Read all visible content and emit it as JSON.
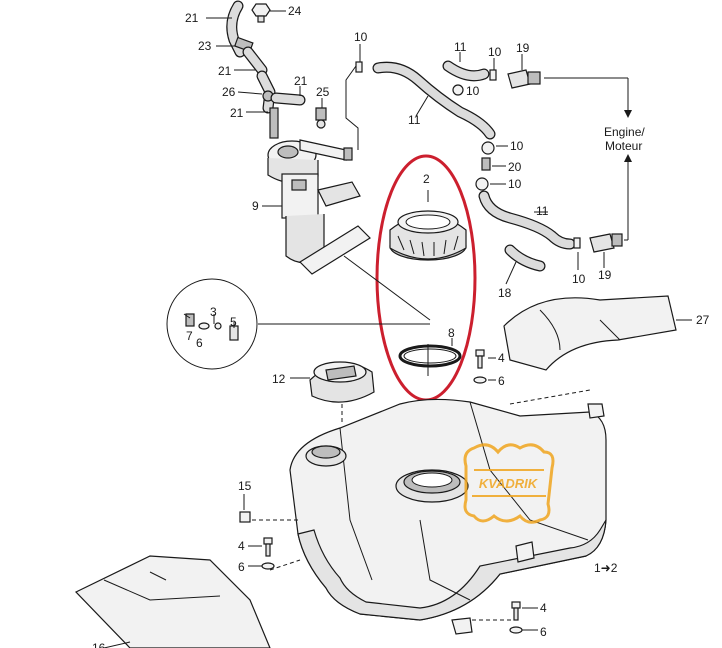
{
  "diagram": {
    "callouts": {
      "c21a": "21",
      "c24": "24",
      "c23": "23",
      "c21b": "21",
      "c21c": "21",
      "c26": "26",
      "c25": "25",
      "c21d": "21",
      "c9": "9",
      "c10a": "10",
      "c11a": "11",
      "c10b": "10",
      "c19a": "19",
      "c10c": "10",
      "c11b": "11",
      "c10d": "10",
      "c20": "20",
      "c10e": "10",
      "c11c": "11",
      "c10f": "10",
      "c19b": "19",
      "c18": "18",
      "c2": "2",
      "c8": "8",
      "c3": "3",
      "c5": "5",
      "c7": "7",
      "c6a": "6",
      "c12": "12",
      "c4a": "4",
      "c6b": "6",
      "c27": "27",
      "c15": "15",
      "c4b": "4",
      "c6c": "6",
      "c1": "1➜2",
      "c4c": "4",
      "c6d": "6",
      "c16": "16"
    },
    "engine_label_line1": "Engine/",
    "engine_label_line2": "Moteur",
    "watermark": "KVADRIK",
    "colors": {
      "ink": "#1a1a1a",
      "highlight": "#cc1f2e",
      "watermark": "#f0a51e"
    }
  }
}
